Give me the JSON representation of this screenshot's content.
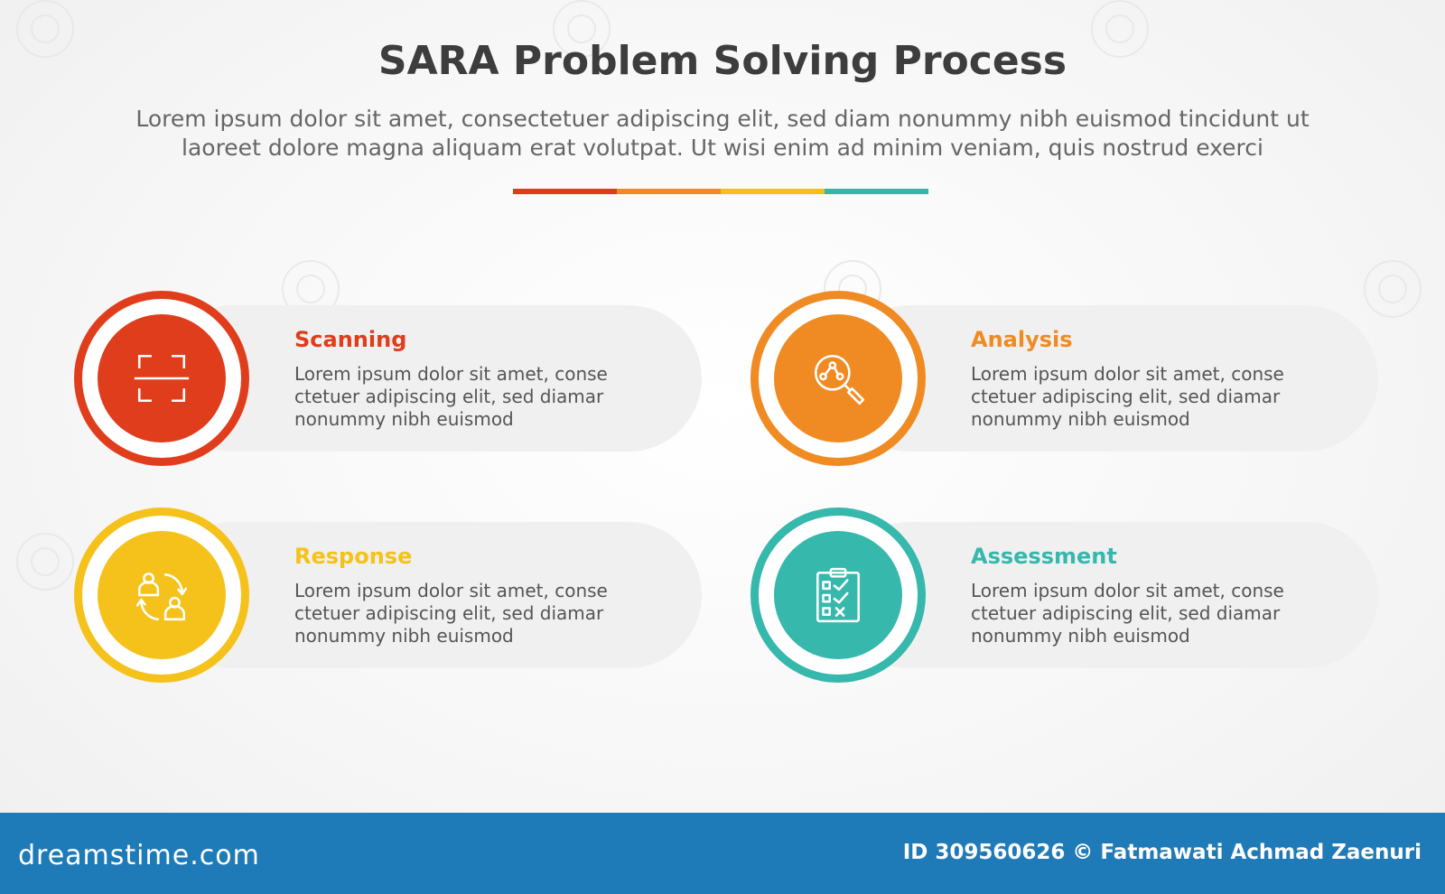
{
  "header": {
    "title": "SARA Problem Solving Process",
    "subtitle_lines": [
      "Lorem ipsum dolor sit amet, consectetuer adipiscing elit, sed diam nonummy nibh euismod tincidunt ut",
      "laoreet dolore magna aliquam erat volutpat. Ut wisi enim ad minim veniam, quis nostrud exerci"
    ],
    "divider_colors": [
      "#df3b1f",
      "#f08a24",
      "#f4c01e",
      "#36b5aa"
    ]
  },
  "steps": [
    {
      "title": "Scanning",
      "color": "#e03d1c",
      "icon": "scan-frame-icon",
      "lines": [
        "Lorem ipsum dolor sit amet, conse",
        "ctetuer adipiscing elit, sed diamar",
        "nonummy nibh euismod"
      ]
    },
    {
      "title": "Analysis",
      "color": "#f08b24",
      "icon": "magnifier-analysis-icon",
      "lines": [
        "Lorem ipsum dolor sit amet, conse",
        "ctetuer adipiscing elit, sed diamar",
        "nonummy nibh euismod"
      ]
    },
    {
      "title": "Response",
      "color": "#f5c21b",
      "icon": "people-exchange-icon",
      "lines": [
        "Lorem ipsum dolor sit amet, conse",
        "ctetuer adipiscing elit, sed diamar",
        "nonummy nibh euismod"
      ]
    },
    {
      "title": "Assessment",
      "color": "#37b8ac",
      "icon": "clipboard-checklist-icon",
      "lines": [
        "Lorem ipsum dolor sit amet, conse",
        "ctetuer adipiscing elit, sed diamar",
        "nonummy nibh euismod"
      ]
    }
  ],
  "footer": {
    "brand": "dreamstime.com",
    "credit": "ID 309560626 © Fatmawati  Achmad Zaenuri",
    "background": "#1f7bb7"
  }
}
